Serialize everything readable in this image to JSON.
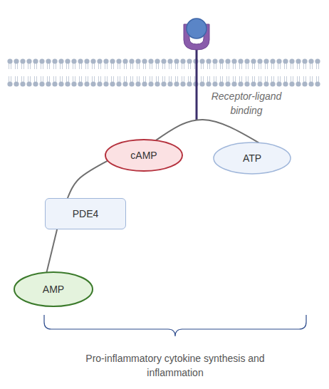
{
  "diagram": {
    "nodes": [
      {
        "text": [
          "cAMP"
        ]
      },
      {
        "text": [
          "ATP"
        ]
      },
      {
        "text": [
          "PDE4"
        ]
      },
      {
        "text": [
          "AMP"
        ]
      }
    ],
    "edges": [
      {
        "from": 1,
        "to": 0,
        "arrow": "none"
      },
      {
        "from": 0,
        "to": 2,
        "arrow": "none"
      },
      {
        "from": 2,
        "to": 3,
        "arrow": "none"
      }
    ],
    "labels": [
      "Receptor-ligand binding",
      "Pro-inflammatory cytokine synthesis and inflammation"
    ]
  }
}
